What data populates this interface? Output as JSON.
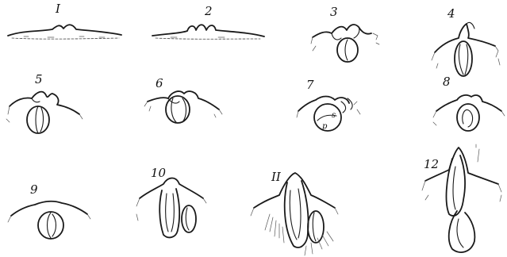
{
  "plate": {
    "figures": [
      {
        "label": "I"
      },
      {
        "label": "2"
      },
      {
        "label": "3"
      },
      {
        "label": "4"
      },
      {
        "label": "5"
      },
      {
        "label": "6"
      },
      {
        "label": "7",
        "inner_labels": [
          "s",
          "p"
        ]
      },
      {
        "label": "8"
      },
      {
        "label": "9"
      },
      {
        "label": "10"
      },
      {
        "label": "II"
      },
      {
        "label": "12"
      }
    ]
  }
}
